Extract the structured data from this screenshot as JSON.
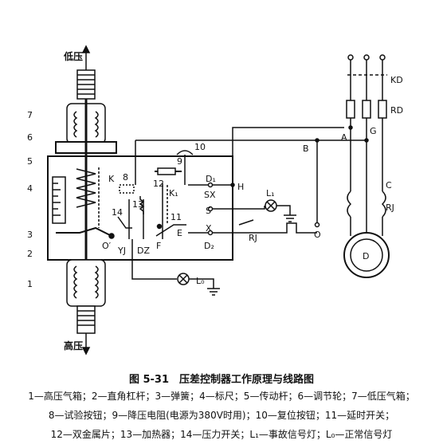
{
  "labels": {
    "low_pressure": "低压",
    "high_pressure": "高压",
    "n1": "1",
    "n2": "2",
    "n3": "3",
    "n4": "4",
    "n5": "5",
    "n6": "6",
    "n7": "7",
    "n8": "8",
    "n9": "9",
    "n10": "10",
    "n11": "11",
    "n12": "12",
    "n13": "13",
    "n14": "14",
    "K": "K",
    "K1": "K₁",
    "O_prime": "O′",
    "YJ": "YJ",
    "DZ": "DZ",
    "F": "F",
    "D1": "D₁",
    "D2": "D₂",
    "SX": "SX",
    "S": "S",
    "X": "X",
    "E": "E",
    "H": "H",
    "L1": "L₁",
    "L0": "L₀",
    "RJ_switch": "RJ",
    "O": "O",
    "A": "A",
    "B": "B",
    "C": "C",
    "G": "G",
    "KD": "KD",
    "RD": "RD",
    "RJ_motor": "RJ",
    "D_motor": "D"
  },
  "caption": {
    "title": "图 5-31　压差控制器工作原理与线路图",
    "line1": "1—高压气箱；2—直角杠杆；3—弹簧；4—标尺；5—传动杆；6—调节轮；7—低压气箱；",
    "line2": "8—试验按钮；9—降压电阻(电源为380V时用)；10—复位按钮；11—延时开关；",
    "line3": "12—双金属片；13—加热器；14—压力开关；L₁—事故信号灯；L₀—正常信号灯"
  }
}
